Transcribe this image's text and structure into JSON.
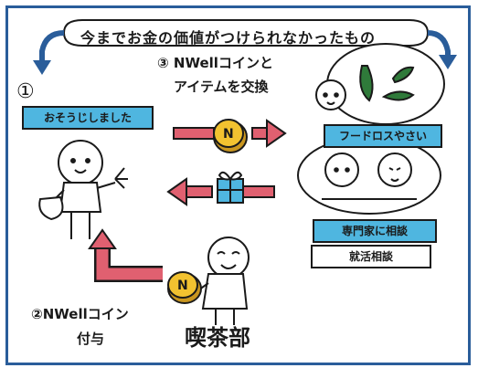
{
  "banner": {
    "text": "今までお金の価値がつけられなかったもの"
  },
  "step1": {
    "number": "①",
    "label": "おそうじしました"
  },
  "step3": {
    "line1": "③ NWellコインと",
    "line2": "アイテムを交換"
  },
  "step2": {
    "line1": "②NWellコイン",
    "line2": "付与"
  },
  "kissa": "喫茶部",
  "right": {
    "food_label": "フードロスやさい",
    "consult_label": "専門家に相談",
    "job_label": "就活相談"
  },
  "coin_letter": "N",
  "colors": {
    "frame": "#2a5d9a",
    "box": "#4fb6e0",
    "arrow": "#e06070",
    "coin": "#f2c230",
    "gift": "#4fb6e0",
    "plant": "#2f7a3a"
  }
}
